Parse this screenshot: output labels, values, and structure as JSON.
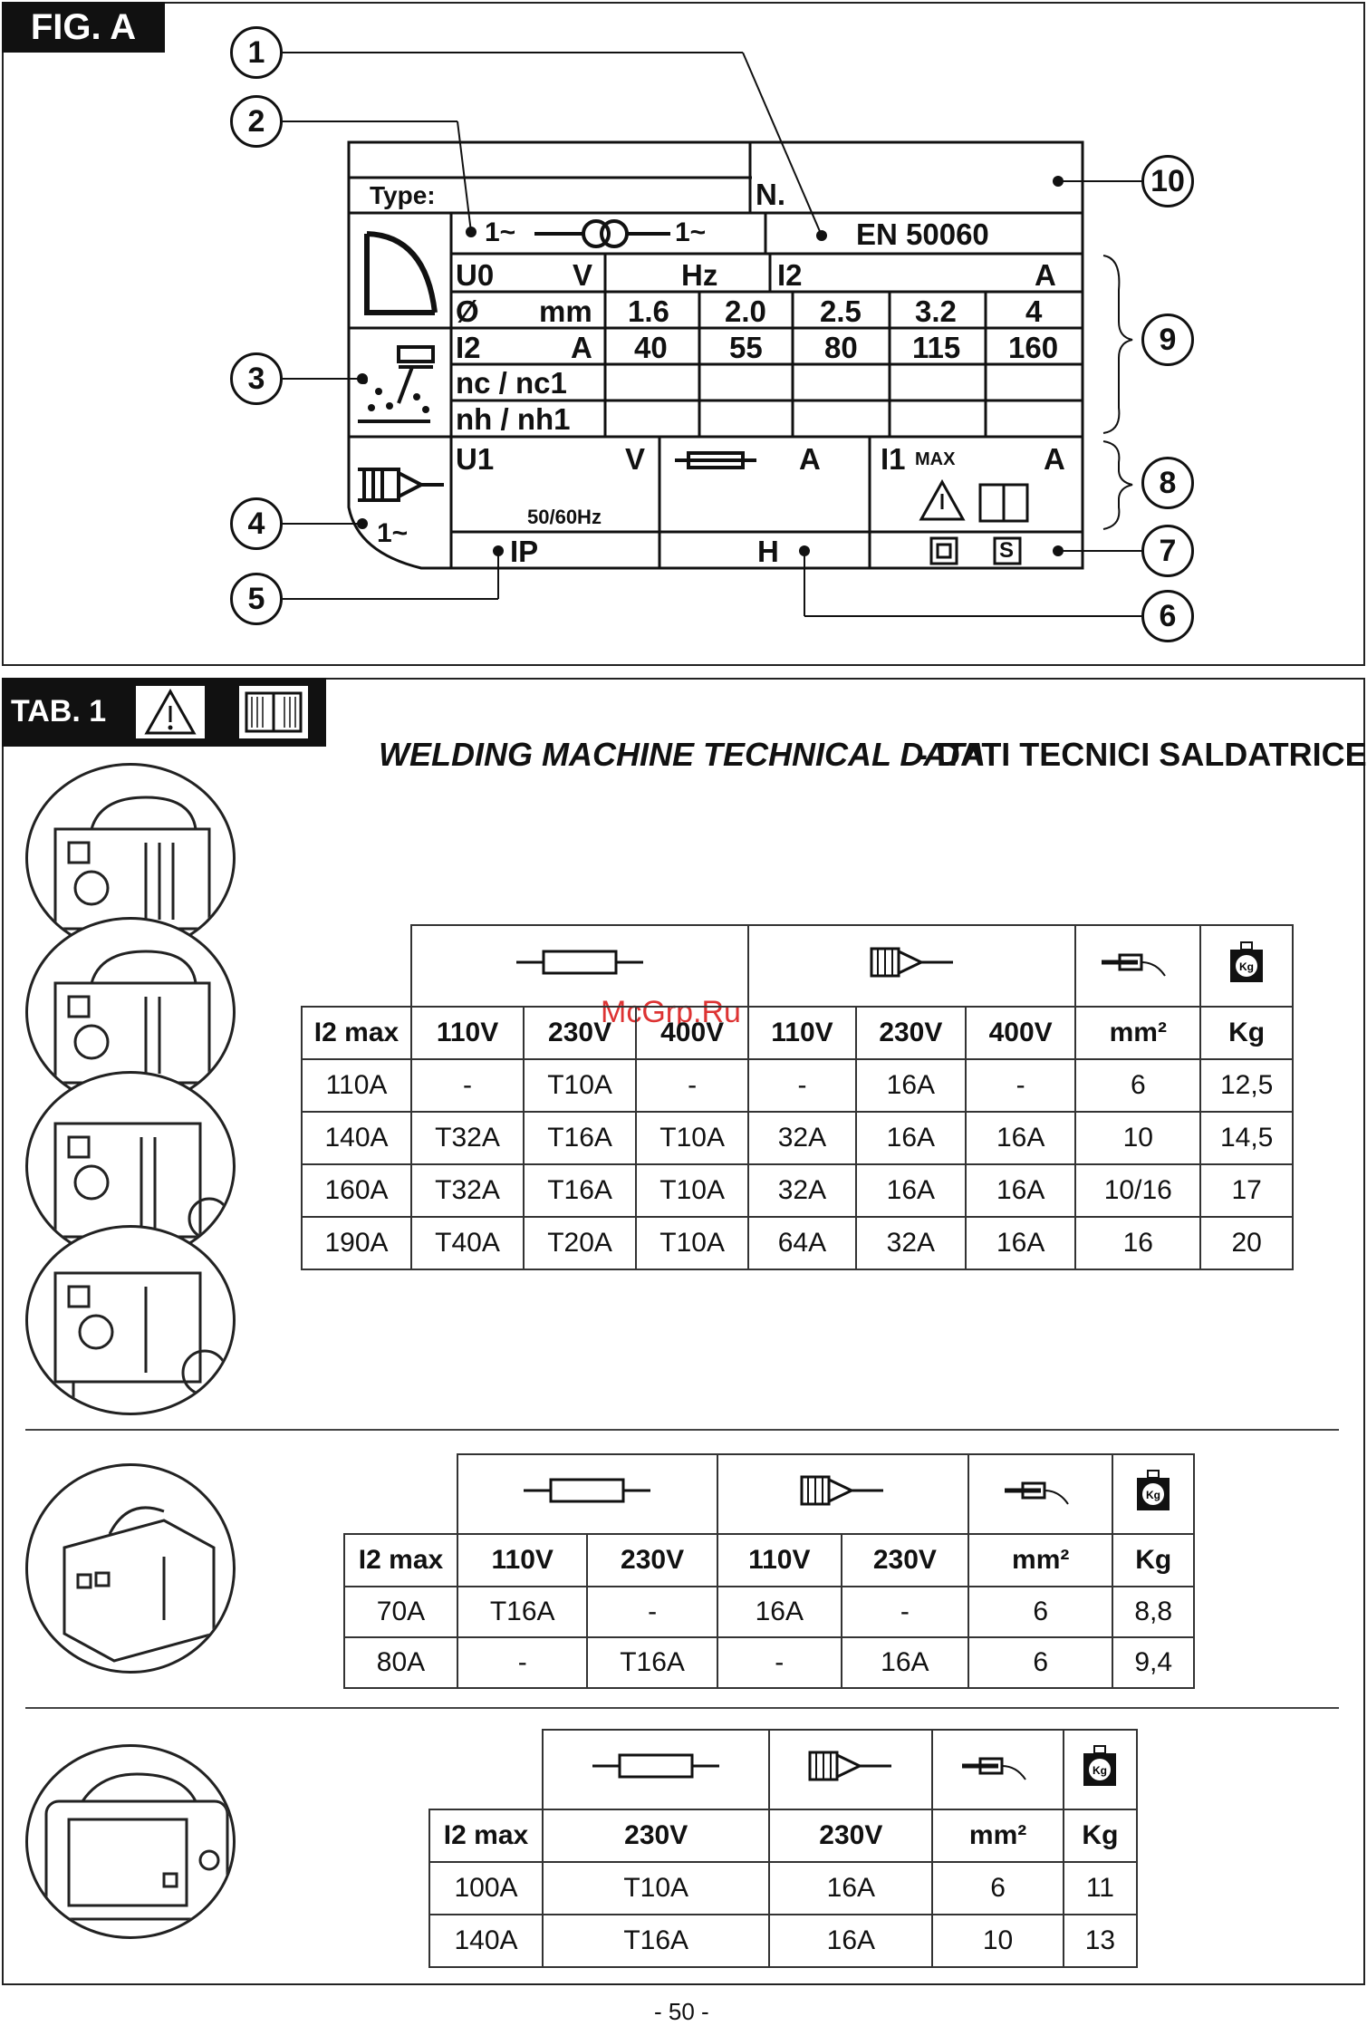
{
  "fig_a": {
    "tag": "FIG. A",
    "plate": {
      "type_label": "Type:",
      "number_label": "N.",
      "symbol_in": "1~",
      "symbol_out": "1~",
      "standard": "EN 50060",
      "u0": "U0",
      "u0_unit": "V",
      "hz": "Hz",
      "i2": "I2",
      "i2_unit": "A",
      "dia_label": "Ø",
      "dia_unit": "mm",
      "diameters": [
        "1.6",
        "2.0",
        "2.5",
        "3.2",
        "4"
      ],
      "i2_row_label": "I2",
      "i2_row_unit": "A",
      "currents": [
        "40",
        "55",
        "80",
        "115",
        "160"
      ],
      "nc_label": "nc / nc1",
      "nh_label": "nh / nh1",
      "u1": "U1",
      "u1_unit": "V",
      "freq": "50/60Hz",
      "fuse_unit": "A",
      "i1": "I1",
      "i1_max": "MAX",
      "i1_unit": "A",
      "phase": "1~",
      "ip": "IP",
      "h": "H",
      "s_mark": "S"
    },
    "callouts": [
      "1",
      "2",
      "3",
      "4",
      "5",
      "6",
      "7",
      "8",
      "9",
      "10"
    ]
  },
  "tab1": {
    "tag": "TAB. 1",
    "title_en": "WELDING MACHINE TECHNICAL DATA",
    "title_it": "- DATI TECNICI SALDATRICE",
    "watermark": "McGrp.Ru",
    "table1": {
      "headers": [
        "I2 max",
        "110V",
        "230V",
        "400V",
        "110V",
        "230V",
        "400V",
        "mm²",
        "Kg"
      ],
      "rows": [
        [
          "110A",
          "-",
          "T10A",
          "-",
          "-",
          "16A",
          "-",
          "6",
          "12,5"
        ],
        [
          "140A",
          "T32A",
          "T16A",
          "T10A",
          "32A",
          "16A",
          "16A",
          "10",
          "14,5"
        ],
        [
          "160A",
          "T32A",
          "T16A",
          "T10A",
          "32A",
          "16A",
          "16A",
          "10/16",
          "17"
        ],
        [
          "190A",
          "T40A",
          "T20A",
          "T10A",
          "64A",
          "32A",
          "16A",
          "16",
          "20"
        ]
      ]
    },
    "table2": {
      "headers": [
        "I2 max",
        "110V",
        "230V",
        "110V",
        "230V",
        "mm²",
        "Kg"
      ],
      "rows": [
        [
          "70A",
          "T16A",
          "-",
          "16A",
          "-",
          "6",
          "8,8"
        ],
        [
          "80A",
          "-",
          "T16A",
          "-",
          "16A",
          "6",
          "9,4"
        ]
      ]
    },
    "table3": {
      "headers": [
        "I2 max",
        "230V",
        "230V",
        "mm²",
        "Kg"
      ],
      "rows": [
        [
          "100A",
          "T10A",
          "16A",
          "6",
          "11"
        ],
        [
          "140A",
          "T16A",
          "16A",
          "10",
          "13"
        ]
      ]
    },
    "kg_icon": "Kg"
  },
  "page_number": "- 50 -"
}
